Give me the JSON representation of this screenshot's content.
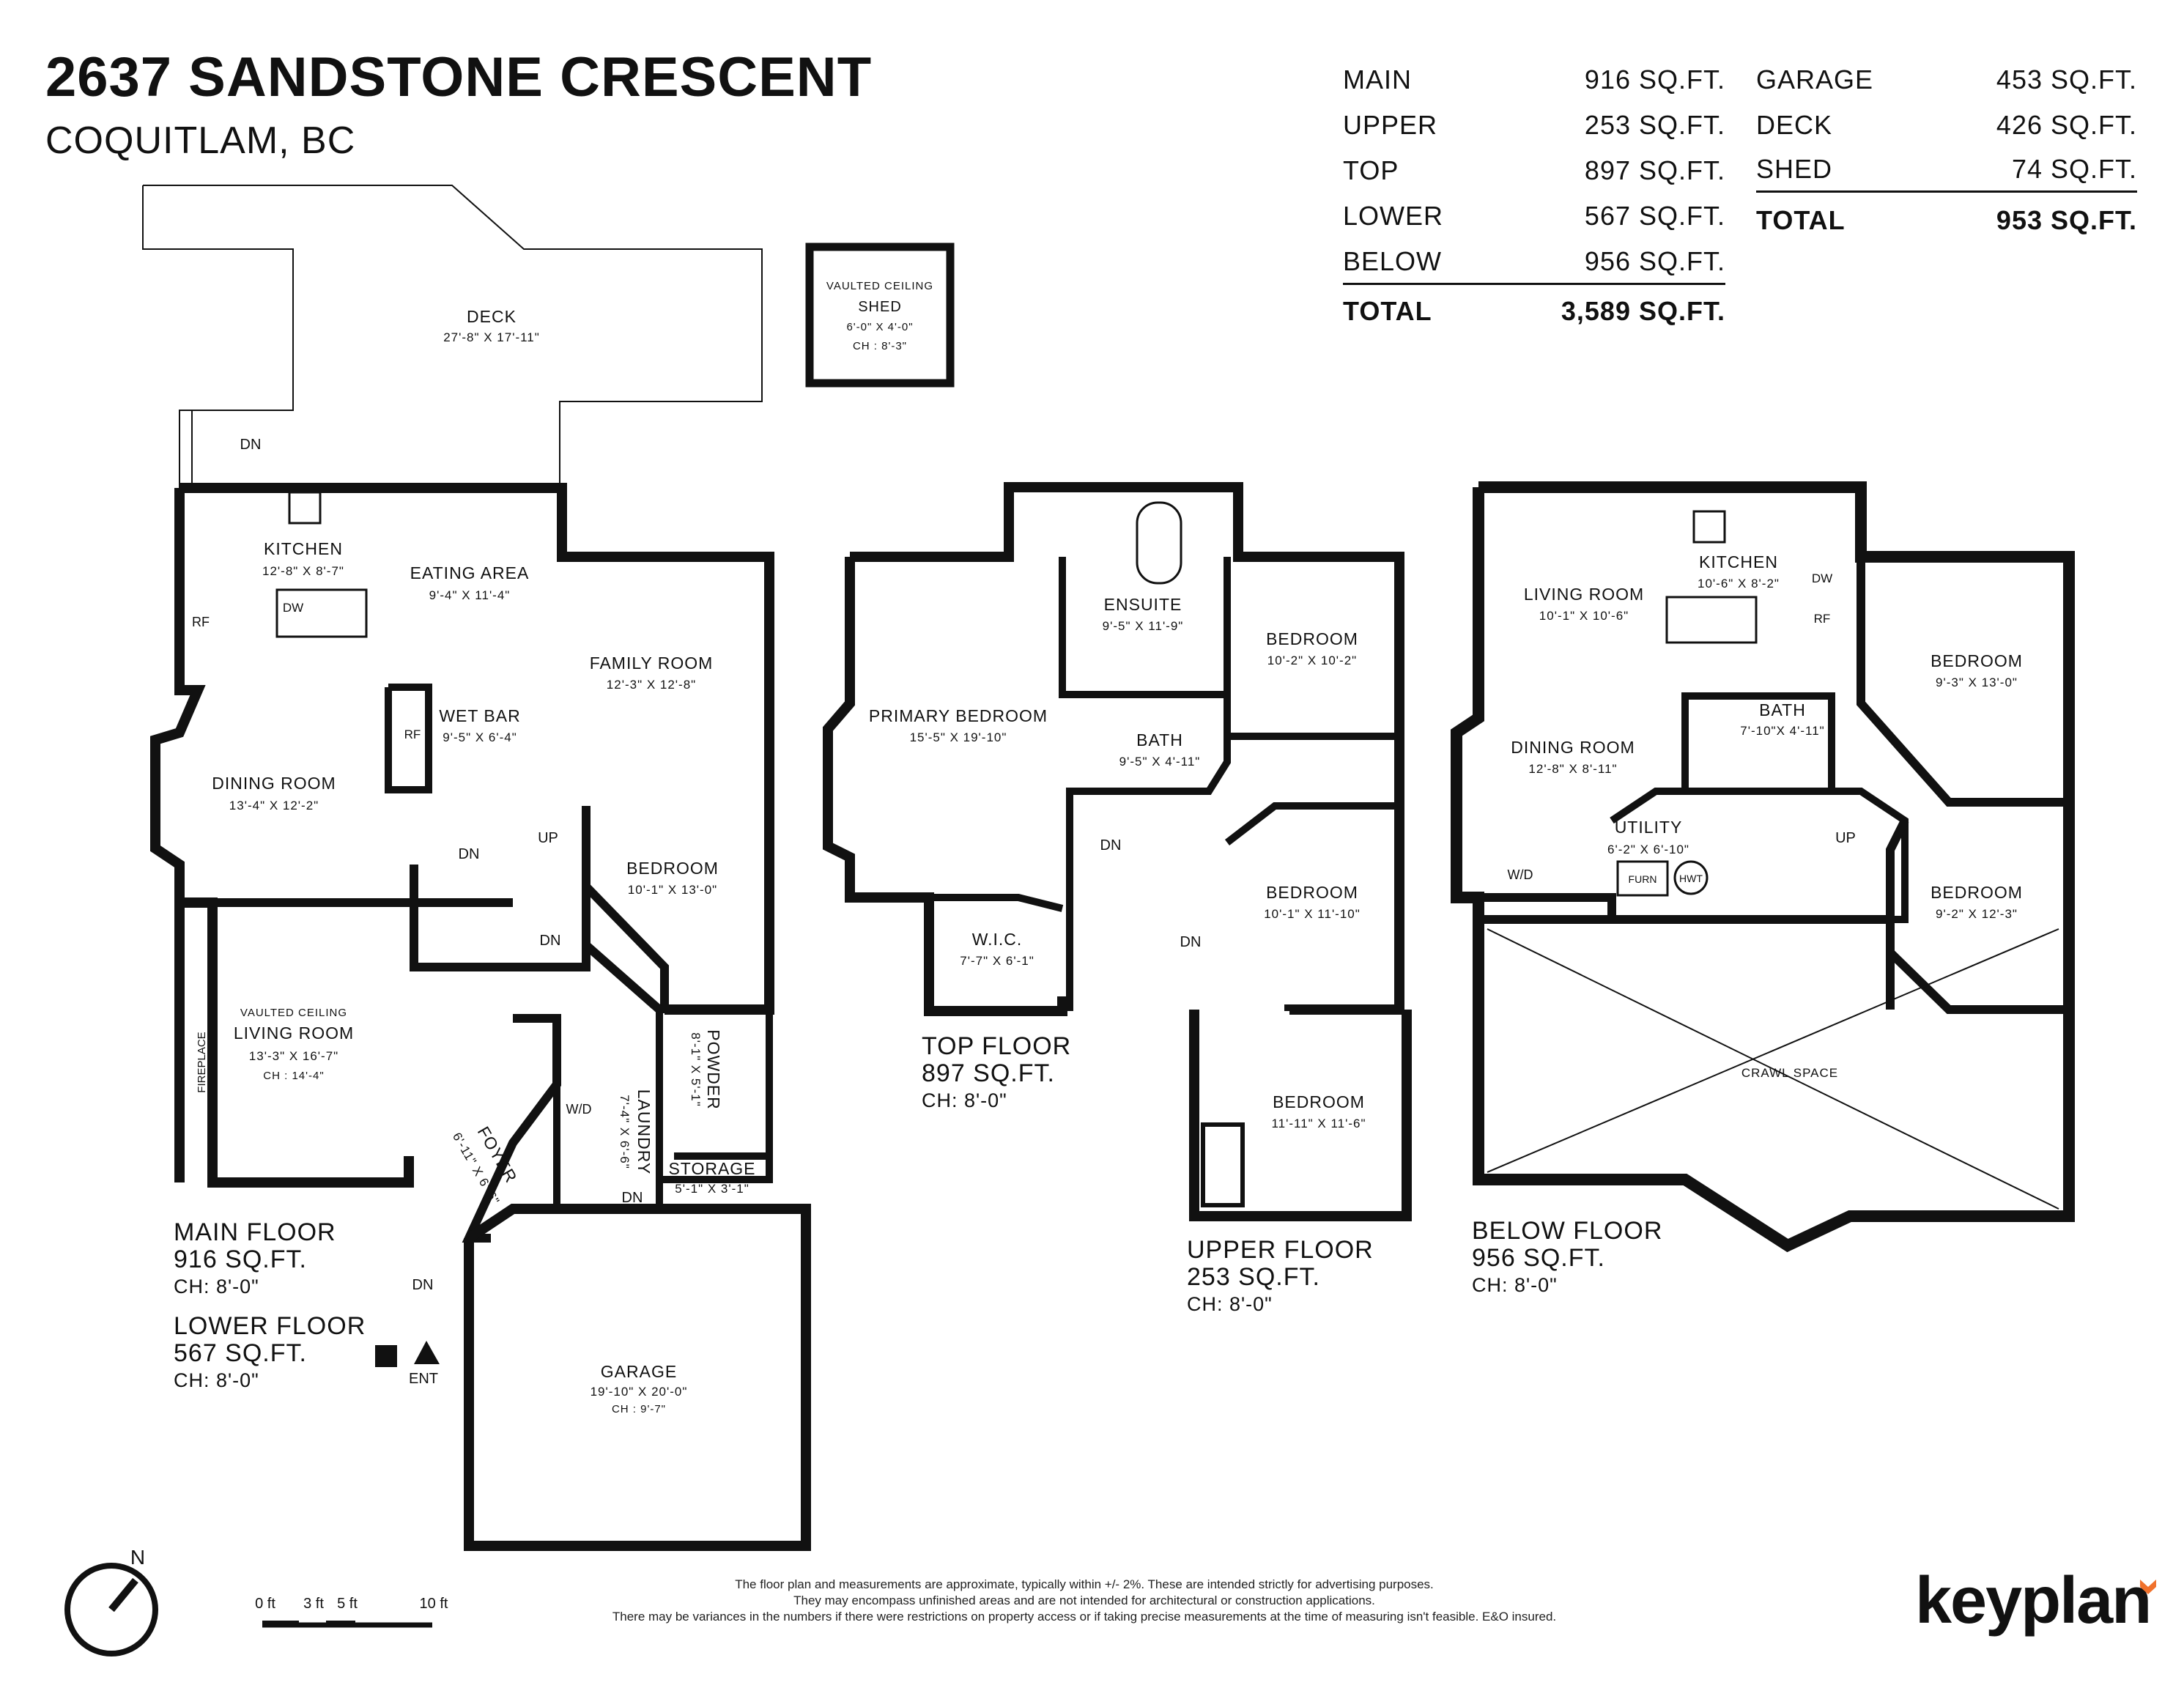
{
  "header": {
    "title": "2637 SANDSTONE CRESCENT",
    "subtitle": "COQUITLAM, BC"
  },
  "area_summary": {
    "living": [
      {
        "label": "MAIN",
        "value": "916 SQ.FT."
      },
      {
        "label": "UPPER",
        "value": "253 SQ.FT."
      },
      {
        "label": "TOP",
        "value": "897 SQ.FT."
      },
      {
        "label": "LOWER",
        "value": "567 SQ.FT."
      },
      {
        "label": "BELOW",
        "value": "956 SQ.FT."
      }
    ],
    "living_total": {
      "label": "TOTAL",
      "value": "3,589 SQ.FT."
    },
    "other": [
      {
        "label": "GARAGE",
        "value": "453 SQ.FT."
      },
      {
        "label": "DECK",
        "value": "426 SQ.FT."
      },
      {
        "label": "SHED",
        "value": "74 SQ.FT."
      }
    ],
    "other_total": {
      "label": "TOTAL",
      "value": "953 SQ.FT."
    }
  },
  "floors": {
    "main": {
      "name": "MAIN FLOOR",
      "area": "916 SQ.FT.",
      "ceiling": "CH: 8'-0\""
    },
    "lower": {
      "name": "LOWER FLOOR",
      "area": "567 SQ.FT.",
      "ceiling": "CH: 8'-0\""
    },
    "top": {
      "name": "TOP FLOOR",
      "area": "897 SQ.FT.",
      "ceiling": "CH: 8'-0\""
    },
    "upper": {
      "name": "UPPER FLOOR",
      "area": "253 SQ.FT.",
      "ceiling": "CH: 8'-0\""
    },
    "below": {
      "name": "BELOW FLOOR",
      "area": "956 SQ.FT.",
      "ceiling": "CH: 8'-0\""
    }
  },
  "rooms": {
    "deck": {
      "name": "DECK",
      "dims": "27'-8\" X 17'-11\""
    },
    "shed": {
      "note": "VAULTED CEILING",
      "name": "SHED",
      "dims": "6'-0\" X 4'-0\"",
      "ch": "CH : 8'-3\""
    },
    "kitchen": {
      "name": "KITCHEN",
      "dims": "12'-8\" X 8'-7\""
    },
    "eating": {
      "name": "EATING AREA",
      "dims": "9'-4\" X 11'-4\""
    },
    "family": {
      "name": "FAMILY ROOM",
      "dims": "12'-3\" X 12'-8\""
    },
    "wetbar": {
      "name": "WET BAR",
      "dims": "9'-5\" X 6'-4\""
    },
    "dining": {
      "name": "DINING ROOM",
      "dims": "13'-4\" X 12'-2\""
    },
    "bed_main": {
      "name": "BEDROOM",
      "dims": "10'-1\" X 13'-0\""
    },
    "living": {
      "note": "VAULTED CEILING",
      "name": "LIVING ROOM",
      "dims": "13'-3\" X 16'-7\"",
      "ch": "CH : 14'-4\""
    },
    "foyer": {
      "name": "FOYER",
      "dims": "6'-11\" X 6'-6\""
    },
    "laundry": {
      "name": "LAUNDRY",
      "dims": "7'-4\" X 6'-6\""
    },
    "powder": {
      "name": "POWDER",
      "dims": "8'-1\" X 5'-1\""
    },
    "storage": {
      "name": "STORAGE",
      "dims": "5'-1\" X 3'-1\""
    },
    "garage": {
      "name": "GARAGE",
      "dims": "19'-10\" X 20'-0\"",
      "ch": "CH : 9'-7\""
    },
    "ensuite": {
      "name": "ENSUITE",
      "dims": "9'-5\" X 11'-9\""
    },
    "primary": {
      "name": "PRIMARY BEDROOM",
      "dims": "15'-5\" X 19'-10\""
    },
    "bath_top": {
      "name": "BATH",
      "dims": "9'-5\" X 4'-11\""
    },
    "wic": {
      "name": "W.I.C.",
      "dims": "7'-7\" X 6'-1\""
    },
    "bed_top1": {
      "name": "BEDROOM",
      "dims": "10'-2\" X 10'-2\""
    },
    "bed_top2": {
      "name": "BEDROOM",
      "dims": "10'-1\" X 11'-10\""
    },
    "bed_upper": {
      "name": "BEDROOM",
      "dims": "11'-11\" X 11'-6\""
    },
    "living_b": {
      "name": "LIVING ROOM",
      "dims": "10'-1\" X 10'-6\""
    },
    "kitchen_b": {
      "name": "KITCHEN",
      "dims": "10'-6\" X 8'-2\""
    },
    "dining_b": {
      "name": "DINING ROOM",
      "dims": "12'-8\" X 8'-11\""
    },
    "bath_b": {
      "name": "BATH",
      "dims": "7'-10\"X 4'-11\""
    },
    "utility": {
      "name": "UTILITY",
      "dims": "6'-2\" X 6'-10\""
    },
    "bed_b1": {
      "name": "BEDROOM",
      "dims": "9'-3\" X 13'-0\""
    },
    "bed_b2": {
      "name": "BEDROOM",
      "dims": "9'-2\" X 12'-3\""
    },
    "crawl": {
      "name": "CRAWL SPACE"
    }
  },
  "fixtures": {
    "dw": "DW",
    "rf": "RF",
    "wd": "W/D",
    "furn": "FURN",
    "hwt": "HWT",
    "fireplace": "FIREPLACE",
    "up": "UP",
    "dn": "DN",
    "ent": "ENT"
  },
  "compass": {
    "label": "N"
  },
  "scale": {
    "labels": [
      "0 ft",
      "3 ft",
      "5 ft",
      "10 ft"
    ]
  },
  "disclaimer": [
    "The floor plan and measurements are approximate, typically within +/- 2%. These are intended strictly for advertising purposes.",
    "They may encompass unfinished areas and are not intended for architectural or construction applications.",
    "There may be variances in the numbers if there were restrictions on property access or if taking precise measurements at the time of measuring isn't feasible. E&O insured."
  ],
  "brand": {
    "name": "keyplan",
    "accent": "#f0712c"
  }
}
